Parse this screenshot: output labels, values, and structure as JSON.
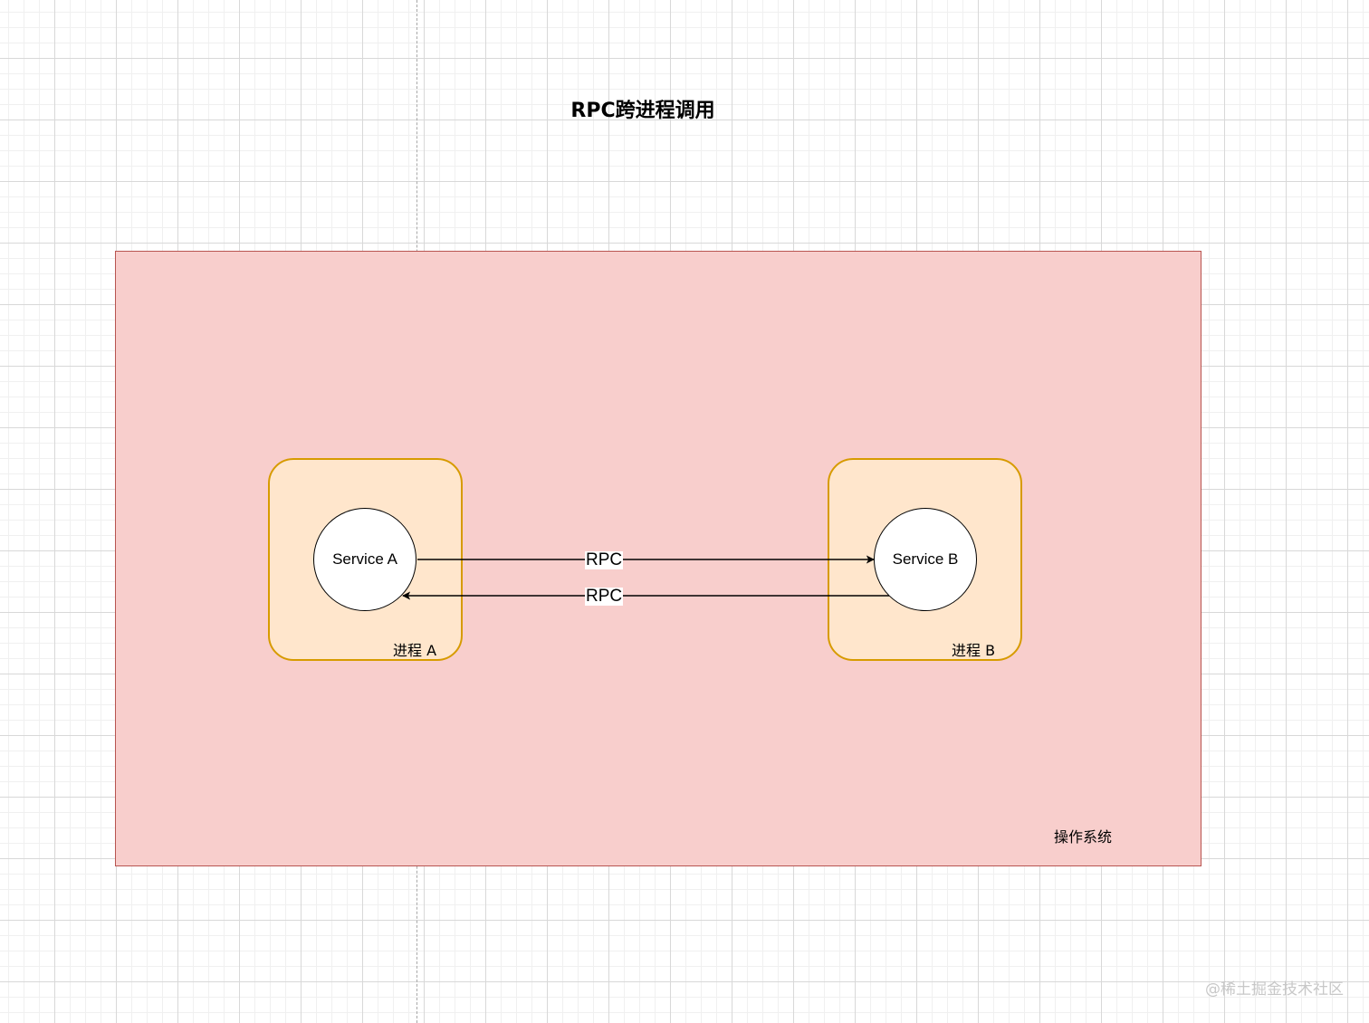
{
  "diagram": {
    "title": "RPC跨进程调用",
    "os_label": "操作系统",
    "processes": [
      {
        "label": "进程 A",
        "service": "Service A"
      },
      {
        "label": "进程 B",
        "service": "Service B"
      }
    ],
    "edges": [
      {
        "from": "Service A",
        "to": "Service B",
        "label": "RPC"
      },
      {
        "from": "Service B",
        "to": "Service A",
        "label": "RPC"
      }
    ]
  },
  "watermark": "@稀土掘金技术社区",
  "colors": {
    "os_fill": "#f8cecc",
    "os_stroke": "#b85450",
    "process_fill": "#ffe6cc",
    "process_stroke": "#d79b00",
    "service_fill": "#ffffff",
    "edge_color": "#000000"
  }
}
